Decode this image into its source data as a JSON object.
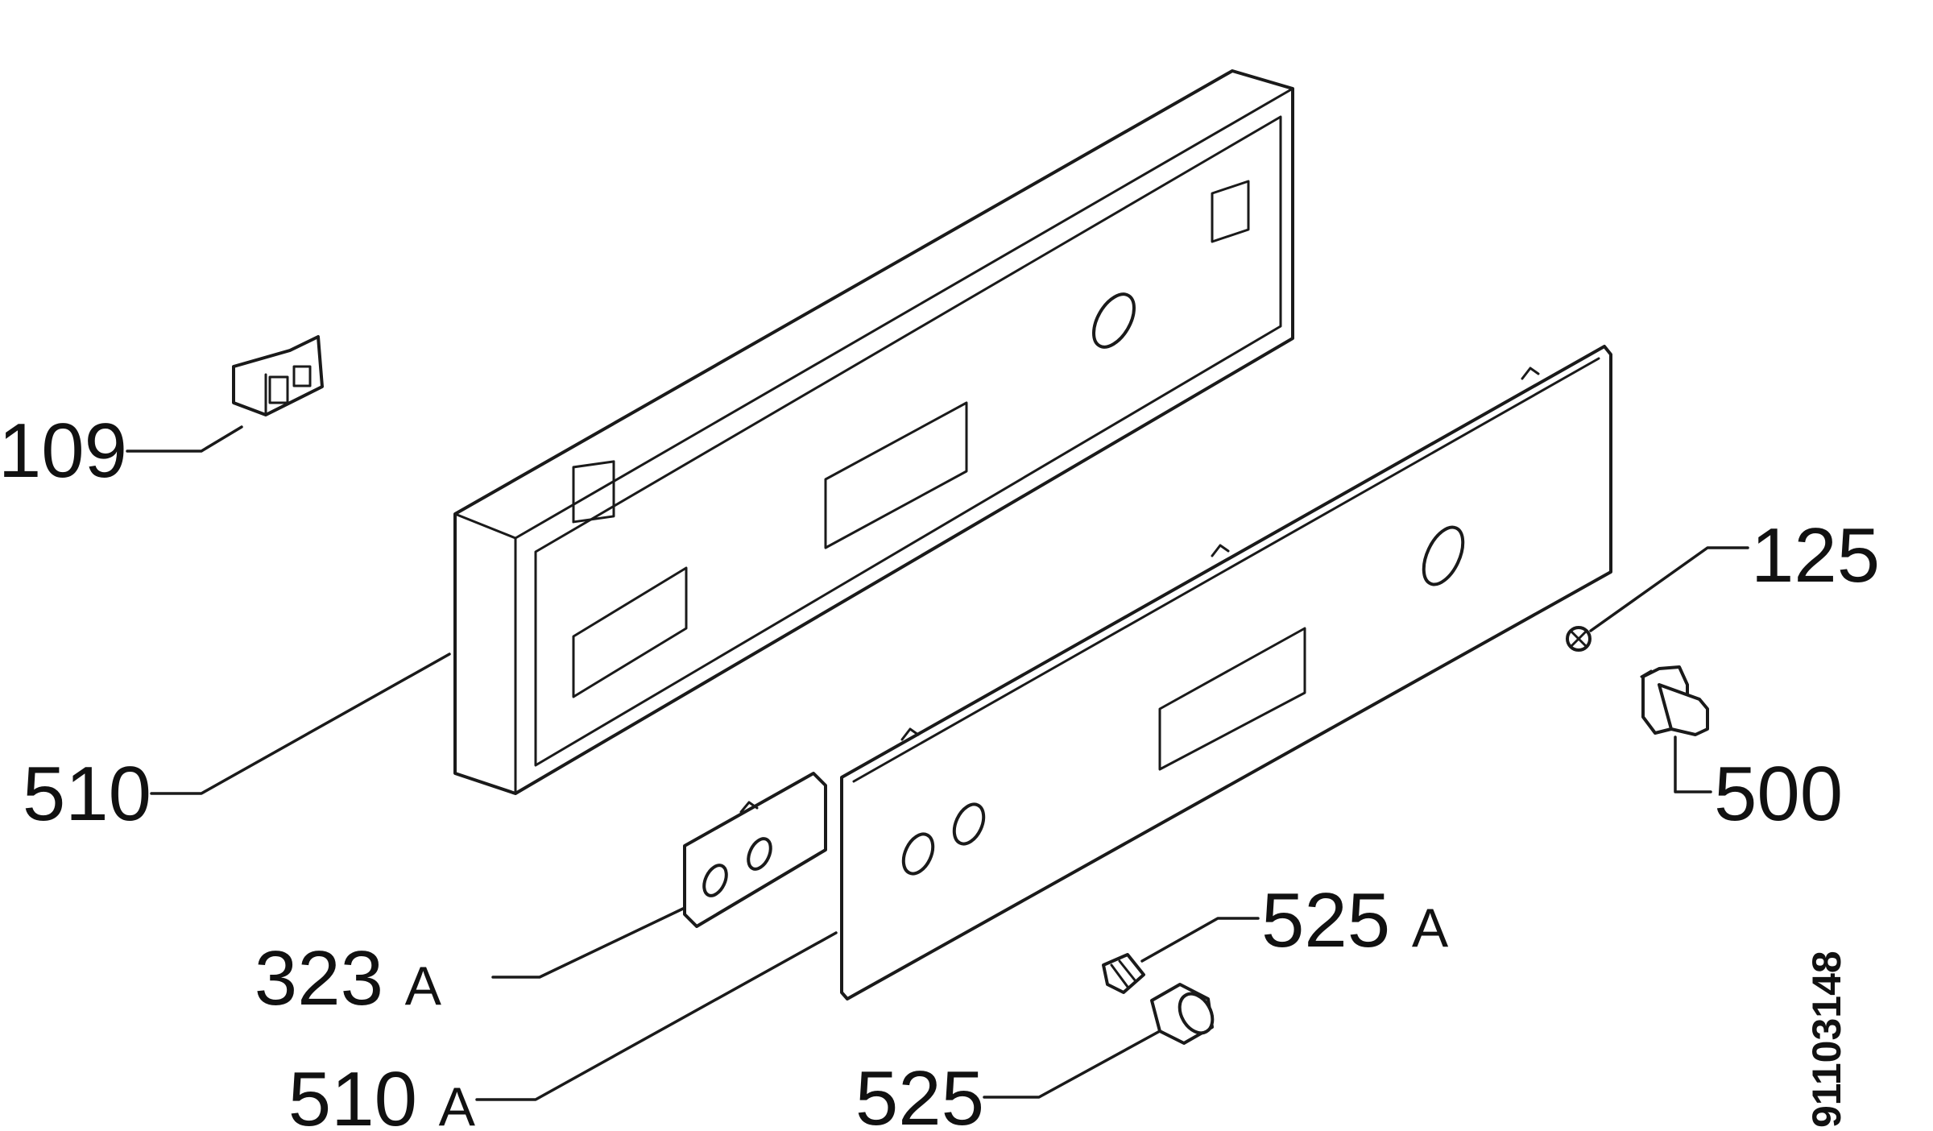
{
  "labels": {
    "p109": "109",
    "p510": "510",
    "p323a_num": "323",
    "p323a_suffix": "A",
    "p510a_num": "510",
    "p510a_suffix": "A",
    "p525": "525",
    "p525a_num": "525",
    "p525a_suffix": "A",
    "p125": "125",
    "p500": "500"
  },
  "drawing_number": "91103148"
}
